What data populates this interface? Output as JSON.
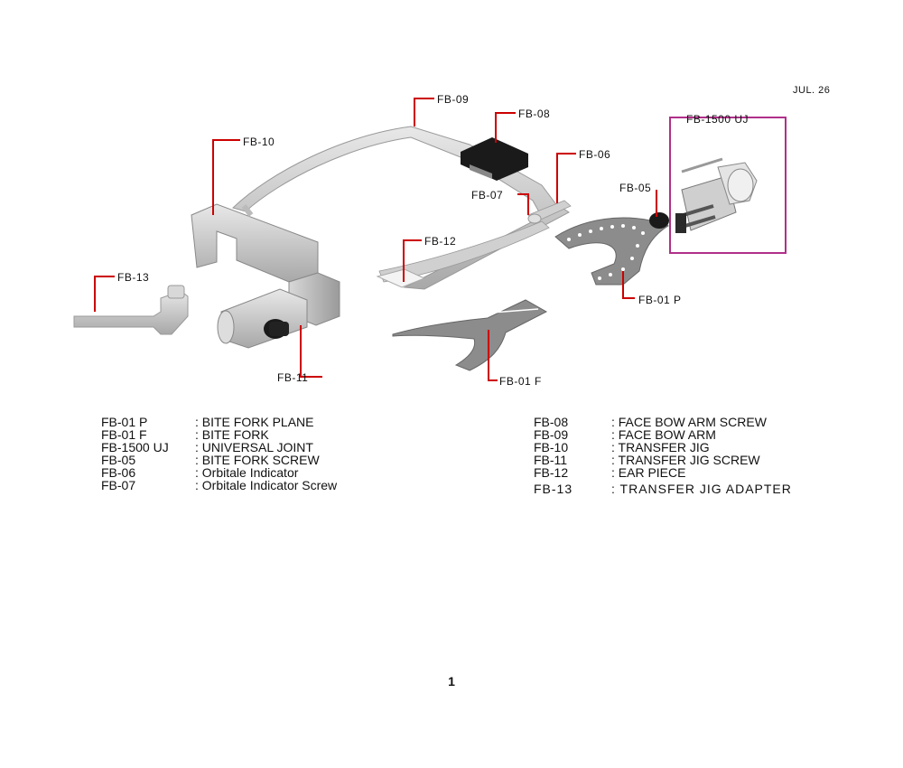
{
  "header": {
    "date": "JUL. 26"
  },
  "callouts": {
    "fb09": "FB-09",
    "fb08": "FB-08",
    "fb10": "FB-10",
    "fb06": "FB-06",
    "fb07": "FB-07",
    "fb05": "FB-05",
    "fb1500uj": "FB-1500 UJ",
    "fb12": "FB-12",
    "fb13": "FB-13",
    "fb01p": "FB-01 P",
    "fb11": "FB-11",
    "fb01f": "FB-01 F"
  },
  "legend_left": [
    {
      "code": "FB-01 P",
      "desc": ": BITE FORK PLANE"
    },
    {
      "code": "FB-01 F",
      "desc": ": BITE FORK"
    },
    {
      "code": "FB-1500 UJ",
      "desc": ": UNIVERSAL JOINT"
    },
    {
      "code": "FB-05",
      "desc": ": BITE FORK SCREW"
    },
    {
      "code": "FB-06",
      "desc": ": Orbitale Indicator"
    },
    {
      "code": "FB-07",
      "desc": ": Orbitale Indicator Screw"
    }
  ],
  "legend_right": [
    {
      "code": "FB-08",
      "desc": ": FACE BOW ARM SCREW"
    },
    {
      "code": "FB-09",
      "desc": ": FACE BOW ARM"
    },
    {
      "code": "FB-10",
      "desc": ": TRANSFER JIG"
    },
    {
      "code": "FB-11",
      "desc": ": TRANSFER JIG SCREW"
    },
    {
      "code": "FB-12",
      "desc": ": EAR PIECE"
    },
    {
      "code": "FB-13",
      "desc": ": TRANSFER JIG ADAPTER"
    }
  ],
  "footer": {
    "page_number": "1"
  },
  "colors": {
    "leader_line": "#cc0000",
    "uj_frame": "#b0308a",
    "metal": "#c8c8c8",
    "dark_part": "#1a1a1a"
  }
}
